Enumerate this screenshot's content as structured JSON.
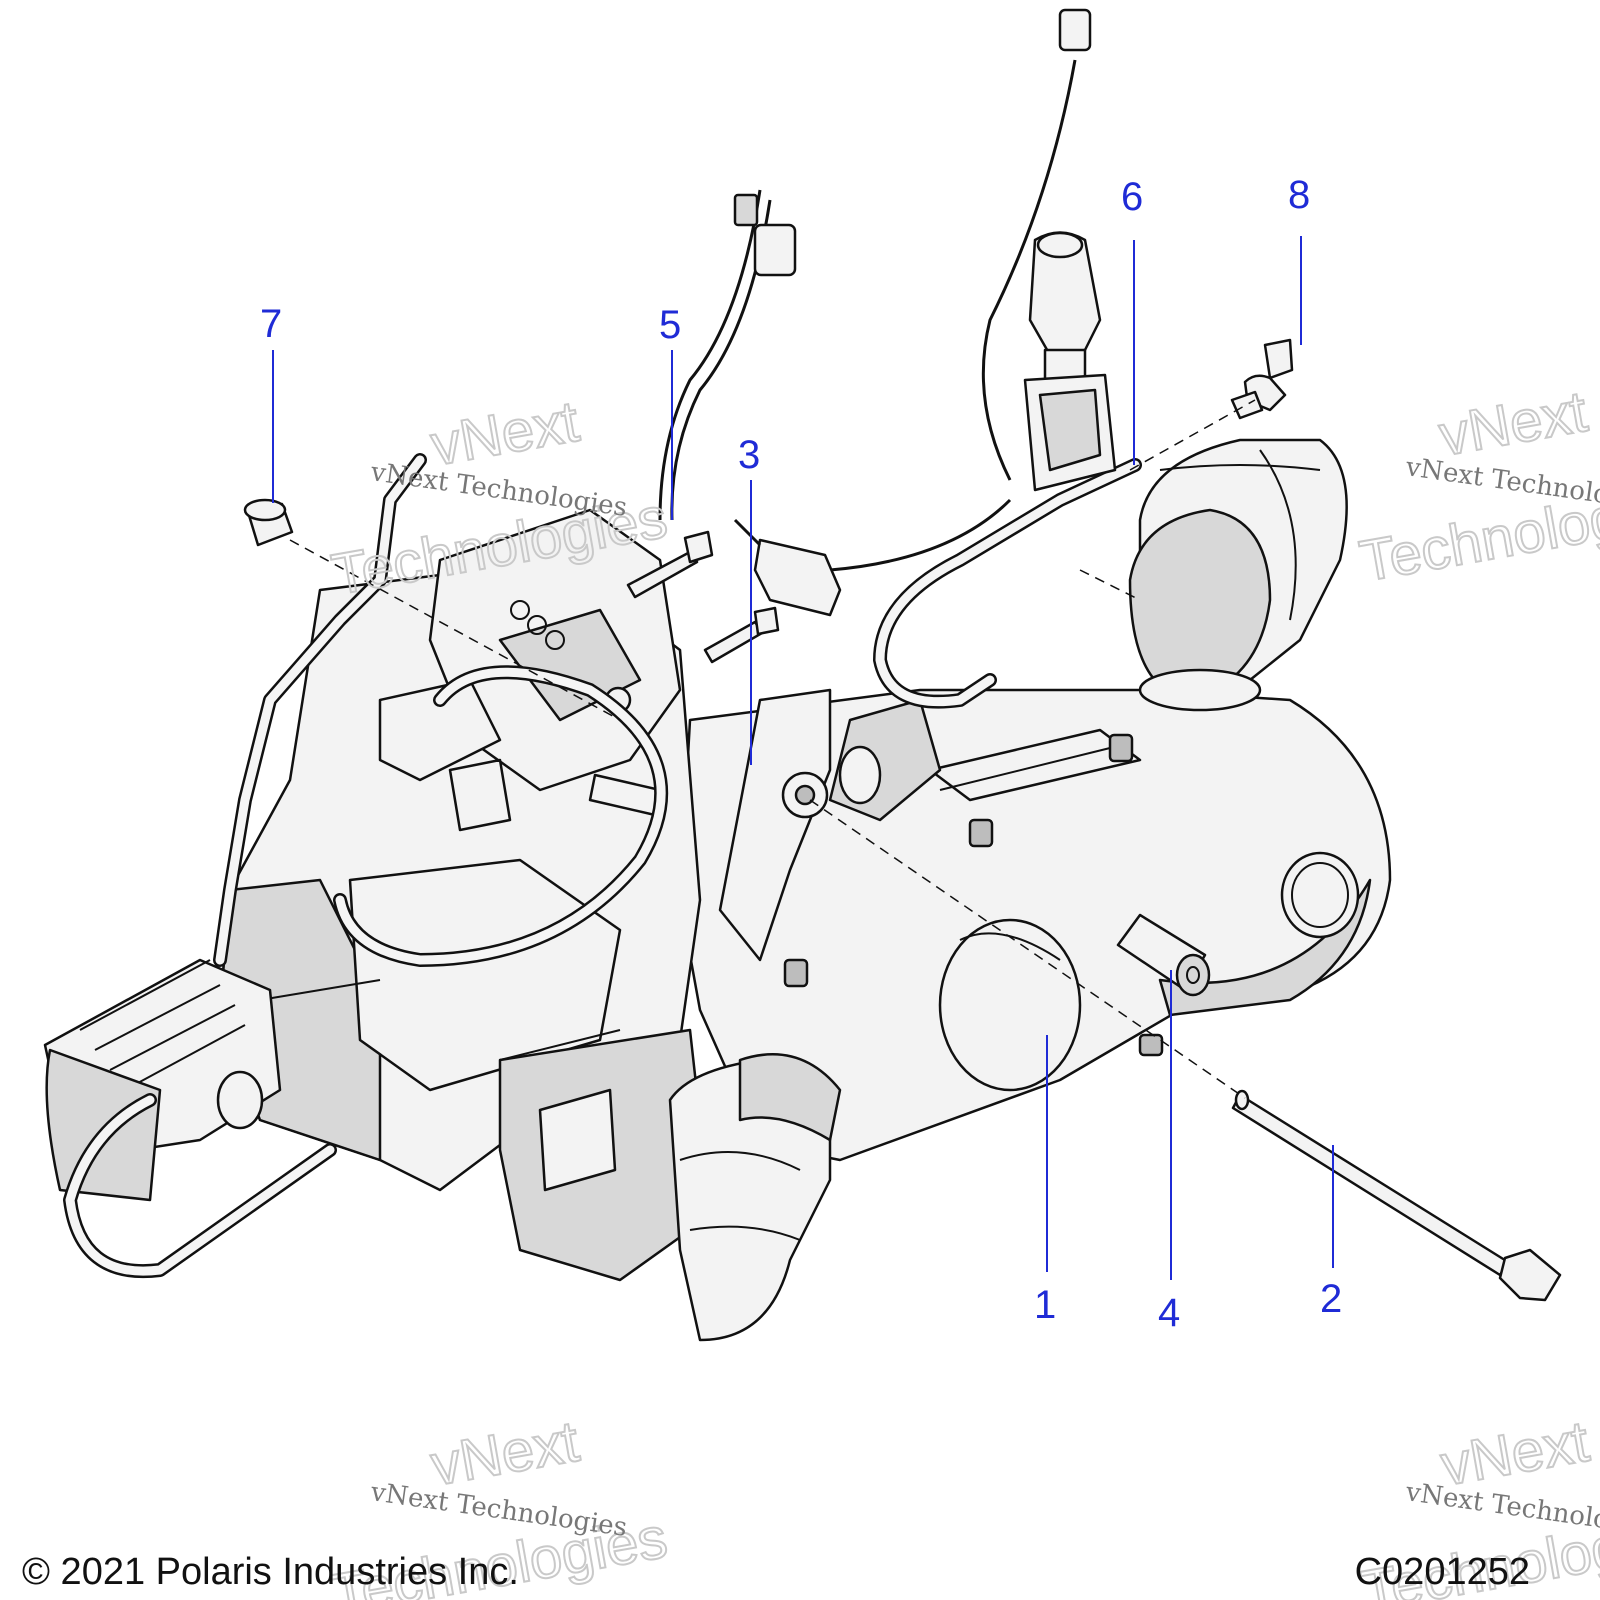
{
  "diagram": {
    "callouts": [
      {
        "id": "1",
        "label": "1"
      },
      {
        "id": "2",
        "label": "2"
      },
      {
        "id": "3",
        "label": "3"
      },
      {
        "id": "4",
        "label": "4"
      },
      {
        "id": "5",
        "label": "5"
      },
      {
        "id": "6",
        "label": "6"
      },
      {
        "id": "7",
        "label": "7"
      },
      {
        "id": "8",
        "label": "8"
      }
    ],
    "callout_color": "#1f2bd6"
  },
  "watermark": {
    "line": "vNext Technologies",
    "big_top": "vNext",
    "big_bottom": "Technologies"
  },
  "footer": {
    "copyright": "© 2021 Polaris Industries Inc.",
    "drawing_id": "C0201252"
  }
}
